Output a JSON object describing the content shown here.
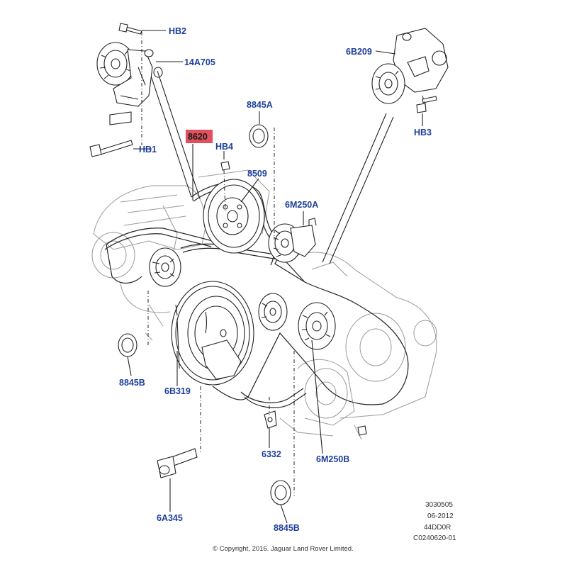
{
  "callouts": {
    "hb2": "HB2",
    "p14a705": "14A705",
    "p6b209": "6B209",
    "p8845a": "8845A",
    "hb3": "HB3",
    "p8620": "8620",
    "hb4": "HB4",
    "hb1": "HB1",
    "p8509": "8509",
    "p6m250a": "6M250A",
    "p8845b_left": "8845B",
    "p6b319": "6B319",
    "p6332": "6332",
    "p6m250b": "6M250B",
    "p6a345": "6A345",
    "p8845b_bottom": "8845B"
  },
  "highlight_color": "#e0505e",
  "label_color": "#1f3f9c",
  "reference": {
    "line1": "3030505",
    "line2": "06-2012",
    "line3": "44DD0R",
    "line4": "C0240620-01"
  },
  "copyright": "© Copyright, 2016. Jaguar Land Rover Limited."
}
